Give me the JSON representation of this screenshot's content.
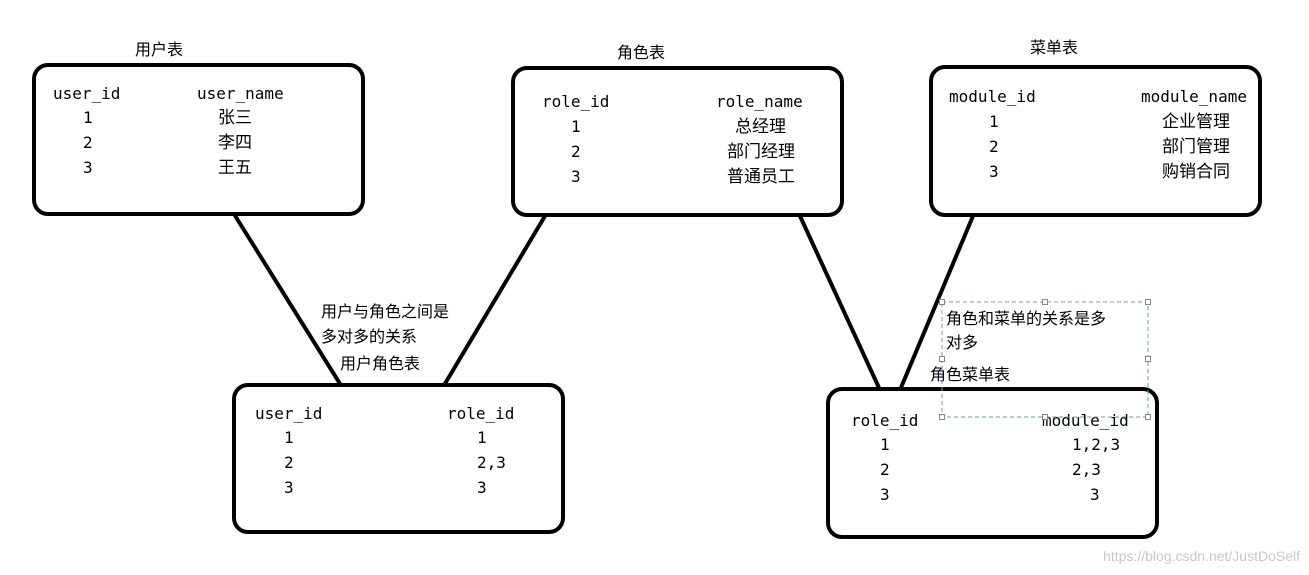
{
  "user_table": {
    "title": "用户表",
    "col1_header": "user_id",
    "col2_header": "user_name",
    "rows": [
      {
        "id": "1",
        "name": "张三"
      },
      {
        "id": "2",
        "name": "李四"
      },
      {
        "id": "3",
        "name": "王五"
      }
    ]
  },
  "role_table": {
    "title": "角色表",
    "col1_header": "role_id",
    "col2_header": "role_name",
    "rows": [
      {
        "id": "1",
        "name": "总经理"
      },
      {
        "id": "2",
        "name": "部门经理"
      },
      {
        "id": "3",
        "name": "普通员工"
      }
    ]
  },
  "module_table": {
    "title": "菜单表",
    "col1_header": "module_id",
    "col2_header": "module_name",
    "rows": [
      {
        "id": "1",
        "name": "企业管理"
      },
      {
        "id": "2",
        "name": "部门管理"
      },
      {
        "id": "3",
        "name": "购销合同"
      }
    ]
  },
  "user_role_note": {
    "line1": "用户与角色之间是",
    "line2": "多对多的关系",
    "title": "用户角色表"
  },
  "user_role_table": {
    "col1_header": "user_id",
    "col2_header": "role_id",
    "rows": [
      {
        "a": "1",
        "b": "1"
      },
      {
        "a": "2",
        "b": "2,3"
      },
      {
        "a": "3",
        "b": "3"
      }
    ]
  },
  "role_module_note": {
    "line1": "角色和菜单的关系是多",
    "line2": "对多"
  },
  "role_module_table": {
    "title": "角色菜单表",
    "col1_header": "role_id",
    "col2_header": "module_id",
    "rows": [
      {
        "a": "1",
        "b": "1,2,3"
      },
      {
        "a": "2",
        "b": "2,3"
      },
      {
        "a": "3",
        "b": "3"
      }
    ]
  },
  "watermark": "https://blog.csdn.net/JustDoSelf",
  "colors": {
    "stroke": "#000000",
    "selection": "#5b9bd5",
    "watermark": "#c8c8c8"
  }
}
